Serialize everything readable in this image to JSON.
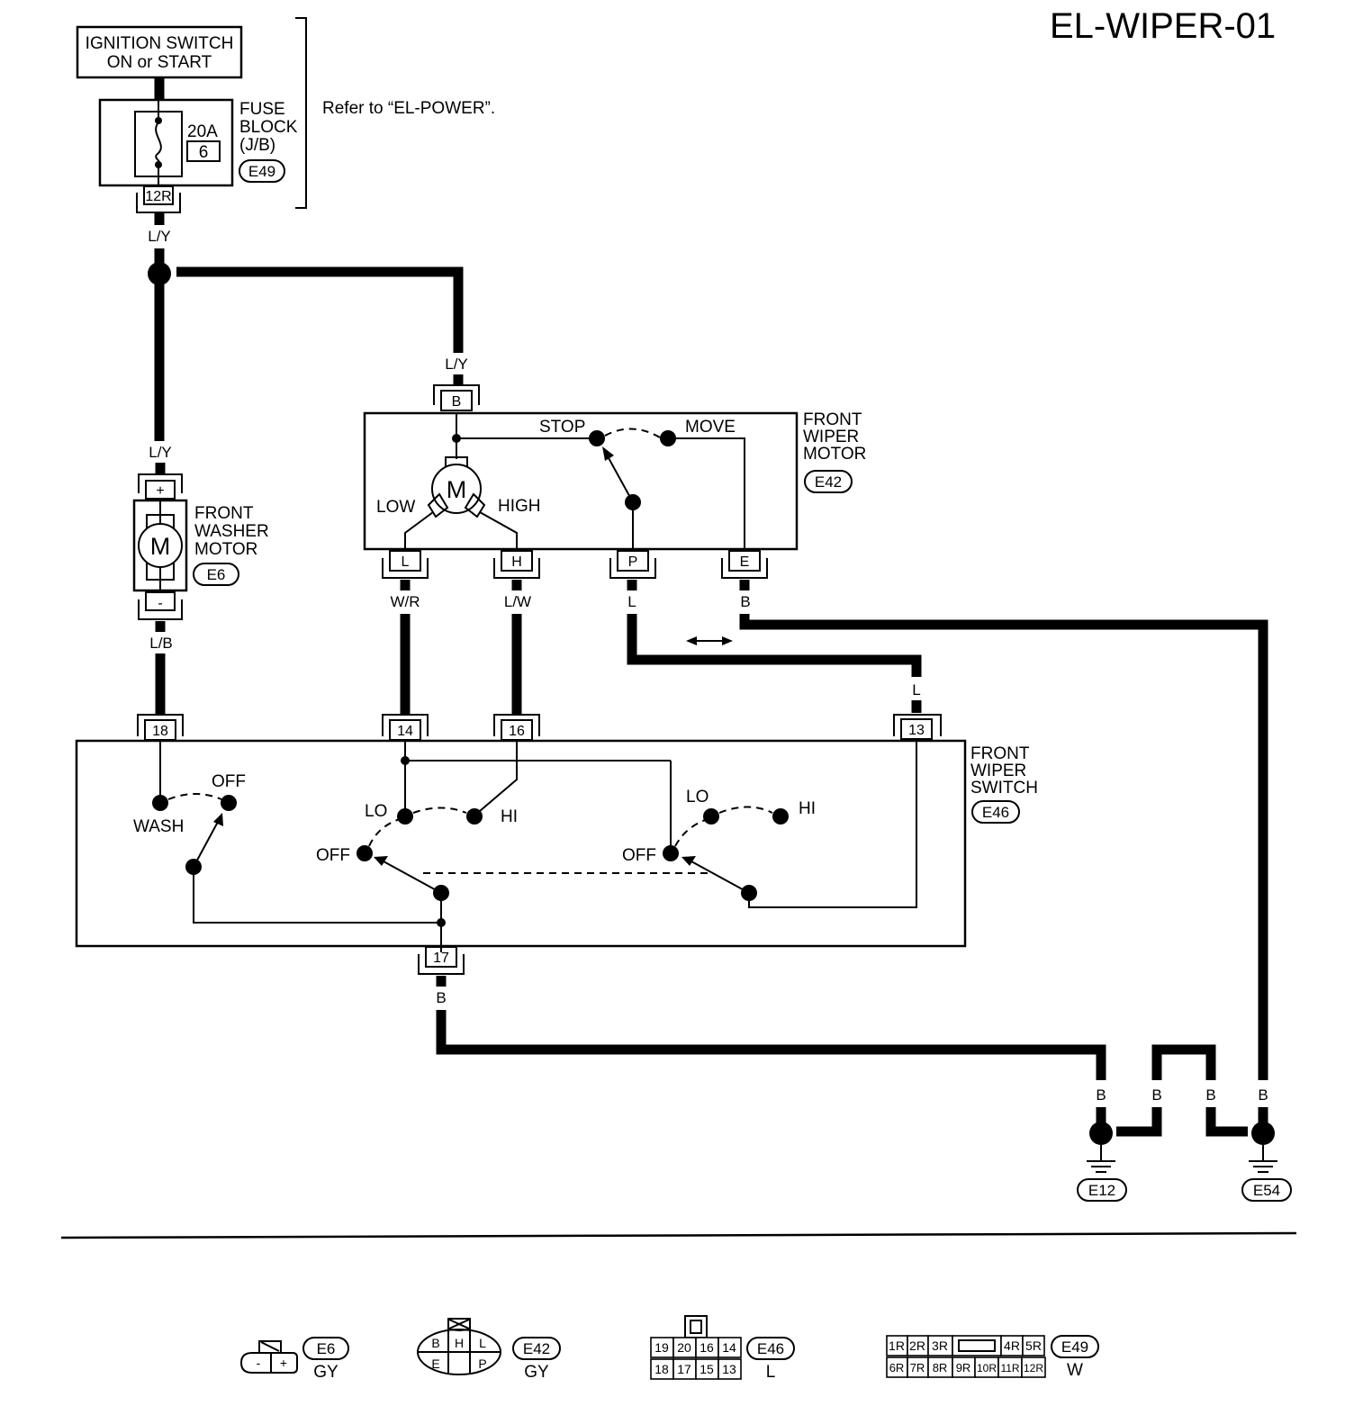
{
  "title": "EL-WIPER-01",
  "ignition_switch": {
    "line1": "IGNITION SWITCH",
    "line2": "ON or START"
  },
  "fuse_block": {
    "line1": "FUSE",
    "line2": "BLOCK",
    "line3": "(J/B)",
    "rating": "20A",
    "number": "6",
    "connector": "E49",
    "pin": "12R"
  },
  "power_note": "Refer to “EL-POWER”.",
  "washer_motor": {
    "line1": "FRONT",
    "line2": "WASHER",
    "line3": "MOTOR",
    "connector": "E6",
    "plus": "+",
    "minus": "-",
    "symbol": "M"
  },
  "wiper_motor": {
    "line1": "FRONT",
    "line2": "WIPER",
    "line3": "MOTOR",
    "connector": "E42",
    "symbol": "M",
    "stop": "STOP",
    "move": "MOVE",
    "low": "LOW",
    "high": "HIGH",
    "pins": {
      "b": "B",
      "l": "L",
      "h": "H",
      "p": "P",
      "e": "E"
    }
  },
  "wiper_switch": {
    "line1": "FRONT",
    "line2": "WIPER",
    "line3": "SWITCH",
    "connector": "E46",
    "wash": "WASH",
    "off": "OFF",
    "lo": "LO",
    "hi": "HI",
    "pins": {
      "p18": "18",
      "p14": "14",
      "p16": "16",
      "p13": "13",
      "p17": "17"
    }
  },
  "wire_colors": {
    "ly": "L/Y",
    "lb": "L/B",
    "wr": "W/R",
    "lw": "L/W",
    "l": "L",
    "b": "B"
  },
  "grounds": [
    "E12",
    "E54"
  ],
  "connector_legend": [
    {
      "id": "E6",
      "color": "GY",
      "pins": [
        "-",
        "+"
      ]
    },
    {
      "id": "E42",
      "color": "GY",
      "pins": [
        "B",
        "H",
        "L",
        "E",
        "P"
      ]
    },
    {
      "id": "E46",
      "color": "L",
      "pins_top": [
        "19",
        "20",
        "16",
        "14"
      ],
      "pins_bottom": [
        "18",
        "17",
        "15",
        "13"
      ]
    },
    {
      "id": "E49",
      "color": "W",
      "pins_top": [
        "1R",
        "2R",
        "3R",
        "4R",
        "5R"
      ],
      "pins_bottom": [
        "6R",
        "7R",
        "8R",
        "9R",
        "10R",
        "11R",
        "12R"
      ]
    }
  ]
}
